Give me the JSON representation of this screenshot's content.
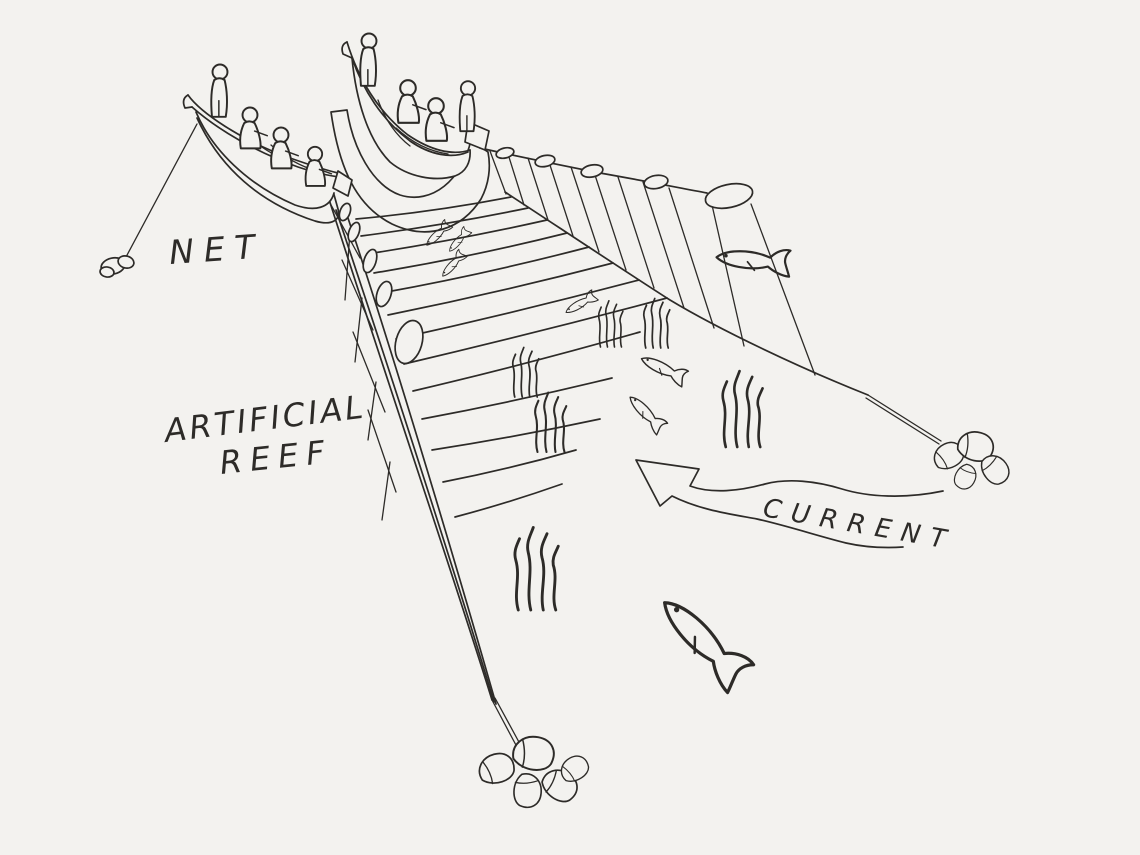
{
  "scene": {
    "kind": "hand-drawn-fishing-diagram",
    "labels": {
      "net": "NET",
      "artificial_reef_line1": "ARTIFICIAL",
      "artificial_reef_line2": "REEF",
      "current": "CURRENT"
    },
    "colors": {
      "ink": "#2d2b28",
      "paper": "#f3f2ef"
    },
    "inventory": {
      "boats": 2,
      "fishermen": 8,
      "fish": 8,
      "seaweed_clusters": 6,
      "rock_anchor_clusters": 2,
      "float_buoys": 10
    }
  }
}
